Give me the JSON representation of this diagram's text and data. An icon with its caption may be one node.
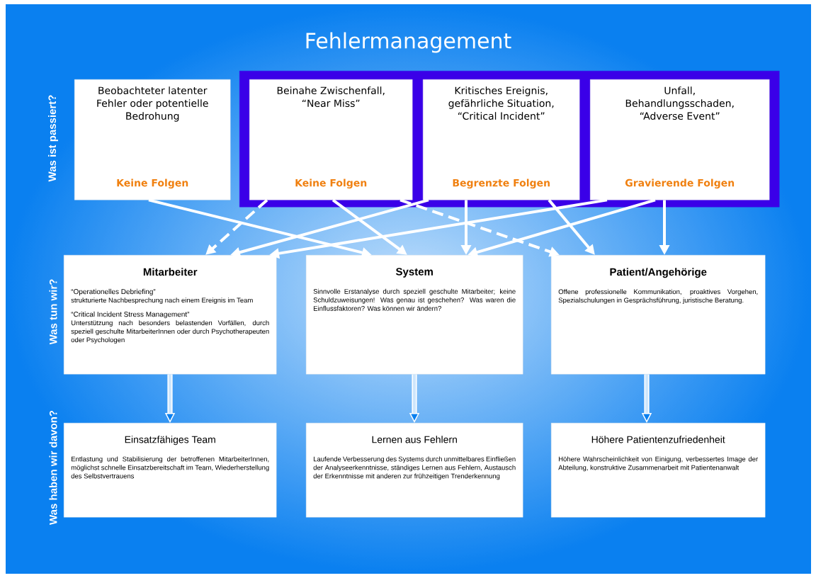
{
  "diagram": {
    "title": "Fehlermanagement",
    "nodes": [
      {
        "text": [
          "Beobachteter latenter Fehler oder potentielle Bedrohung",
          "Keine Folgen"
        ]
      },
      {
        "text": [],
        "shape": "box"
      },
      {
        "text": [
          "Beinahe Zwischenfall, “Near Miss”",
          "Keine Folgen"
        ],
        "in": 1
      },
      {
        "text": [
          "Kritisches Ereignis, gefährliche Situation, “Critical Incident”",
          "Begrenzte Folgen"
        ],
        "in": 1
      },
      {
        "text": [
          "Unfall, Behandlungsschaden, “Adverse Event”",
          "Gravierende Folgen"
        ],
        "in": 1
      },
      {
        "text": [
          "Mitarbeiter",
          "“Operationelles Debriefing”",
          "strukturierte Nachbesprechung nach einem Ereignis im Team",
          "“Critical Incident Stress Management”",
          "Unterstützung nach besonders belastenden Vorfällen, durch speziell geschulte MitarbeiterInnen oder durch Psychotherapeuten oder Psychologen"
        ]
      },
      {
        "text": [
          "System",
          "Sinnvolle Erstanalyse durch speziell geschulte Mitarbeiter; keine Schuldzuweisungen! Was genau ist geschehen? Was waren die Einflussfaktoren? Was können wir ändern?"
        ]
      },
      {
        "text": [
          "Patient/Angehörige",
          "Offene professionelle Kommunikation, proaktives Vorgehen, Spezialschulungen in Gesprächsführung, juristische Beratung."
        ]
      },
      {
        "text": [
          "Einsatzfähiges Team",
          "Entlastung und Stabilisierung der betroffenen MitarbeiterInnen, möglichst schnelle Einsatzbereitschaft im Team, Wiederherstellung des Selbstvertrauens"
        ]
      },
      {
        "text": [
          "Lernen aus Fehlern",
          "Laufende Verbesserung des Systems durch unmittelbares Einfließen der Analyseerkenntnisse, ständiges Lernen aus Fehlern, Austausch der Erkenntnisse mit anderen zur frühzeitigen Trenderkennung"
        ]
      },
      {
        "text": [
          "Höhere Patientenzufriedenheit",
          "Höhere Wahrscheinlichkeit von Einigung, verbessertes Image der Abteilung, konstruktive Zusammenarbeit mit Patientenanwalt"
        ]
      }
    ],
    "edges": [
      {
        "from": 0,
        "to": 6,
        "arrow": "to"
      },
      {
        "from": 2,
        "to": 5,
        "arrow": "to",
        "style": "dashed"
      },
      {
        "from": 2,
        "to": 6,
        "arrow": "to"
      },
      {
        "from": 2,
        "to": 7,
        "arrow": "to",
        "style": "dashed"
      },
      {
        "from": 3,
        "to": 5,
        "arrow": "to"
      },
      {
        "from": 3,
        "to": 6,
        "arrow": "to"
      },
      {
        "from": 3,
        "to": 7,
        "arrow": "to"
      },
      {
        "from": 4,
        "to": 5,
        "arrow": "to"
      },
      {
        "from": 4,
        "to": 6,
        "arrow": "to"
      },
      {
        "from": 4,
        "to": 7,
        "arrow": "to"
      },
      {
        "from": 5,
        "to": 8,
        "arrow": "to",
        "style": "thick"
      },
      {
        "from": 6,
        "to": 9,
        "arrow": "to",
        "style": "thick"
      },
      {
        "from": 7,
        "to": 10,
        "arrow": "to",
        "style": "thick"
      }
    ],
    "labels": [
      "Was ist passiert?",
      "Was tun wir?",
      "Was haben wir davon?"
    ]
  }
}
